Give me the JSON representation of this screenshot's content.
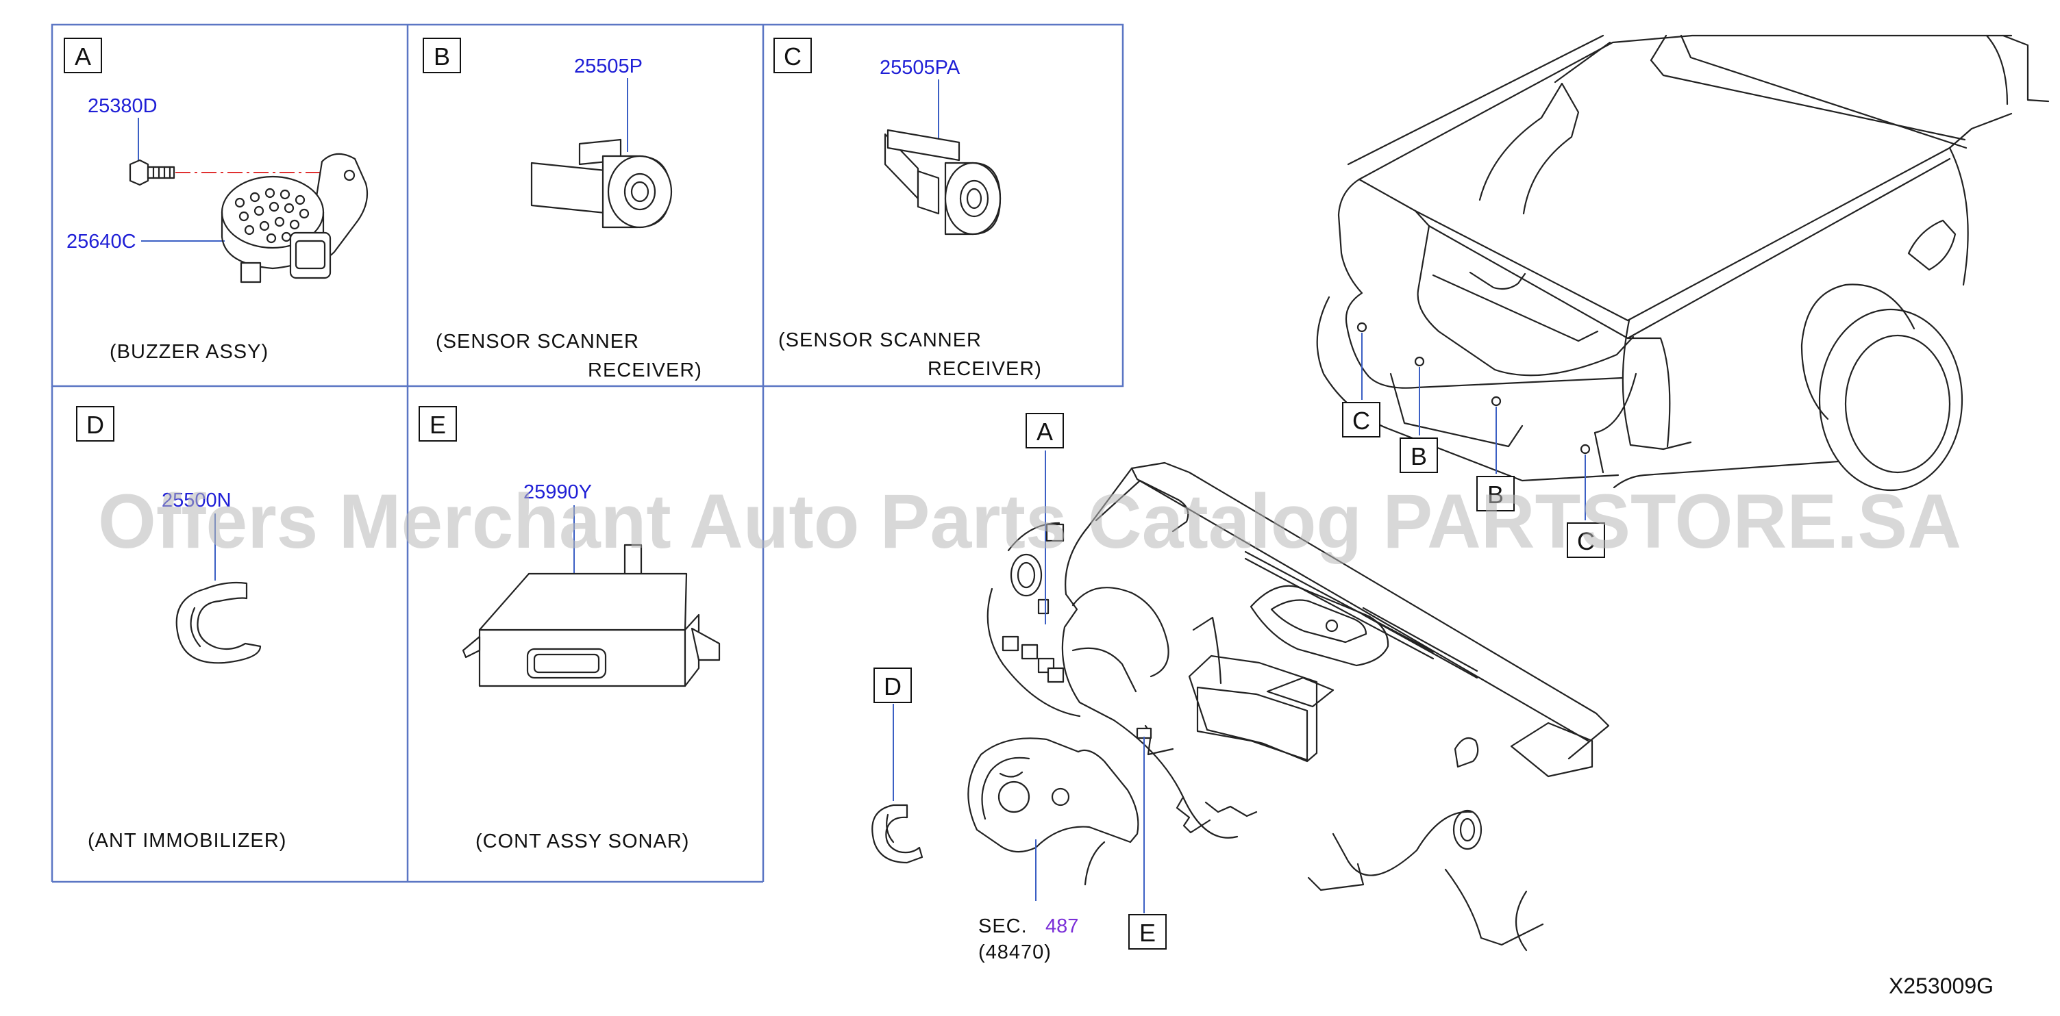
{
  "panels": {
    "A": {
      "letter": "A",
      "parts": [
        "25380D",
        "25640C"
      ],
      "caption": "(BUZZER   ASSY)"
    },
    "B": {
      "letter": "B",
      "parts": [
        "25505P"
      ],
      "caption_line1": "(SENSOR   SCANNER",
      "caption_line2": "RECEIVER)"
    },
    "C": {
      "letter": "C",
      "parts": [
        "25505PA"
      ],
      "caption_line1": "(SENSOR   SCANNER",
      "caption_line2": "RECEIVER)"
    },
    "D": {
      "letter": "D",
      "parts": [
        "25500N"
      ],
      "caption": "(ANT   IMMOBILIZER)"
    },
    "E": {
      "letter": "E",
      "parts": [
        "25990Y"
      ],
      "caption": "(CONT   ASSY   SONAR)"
    }
  },
  "callouts": {
    "truck": [
      "C",
      "B",
      "B",
      "C"
    ],
    "dash": {
      "A": "A",
      "D": "D",
      "E": "E"
    }
  },
  "section_ref": {
    "prefix": "SEC.",
    "number": "487",
    "sub": "(48470)"
  },
  "diagram_id": "X253009G",
  "watermark": "Offers Merchant Auto Parts Catalog PARTSTORE.SA",
  "colors": {
    "part_number": "#1f1fd6",
    "panel_border": "#5b76c4",
    "section_number": "#7b2fd8",
    "leader": "#3b5fc4",
    "centerline": "#e03030"
  }
}
